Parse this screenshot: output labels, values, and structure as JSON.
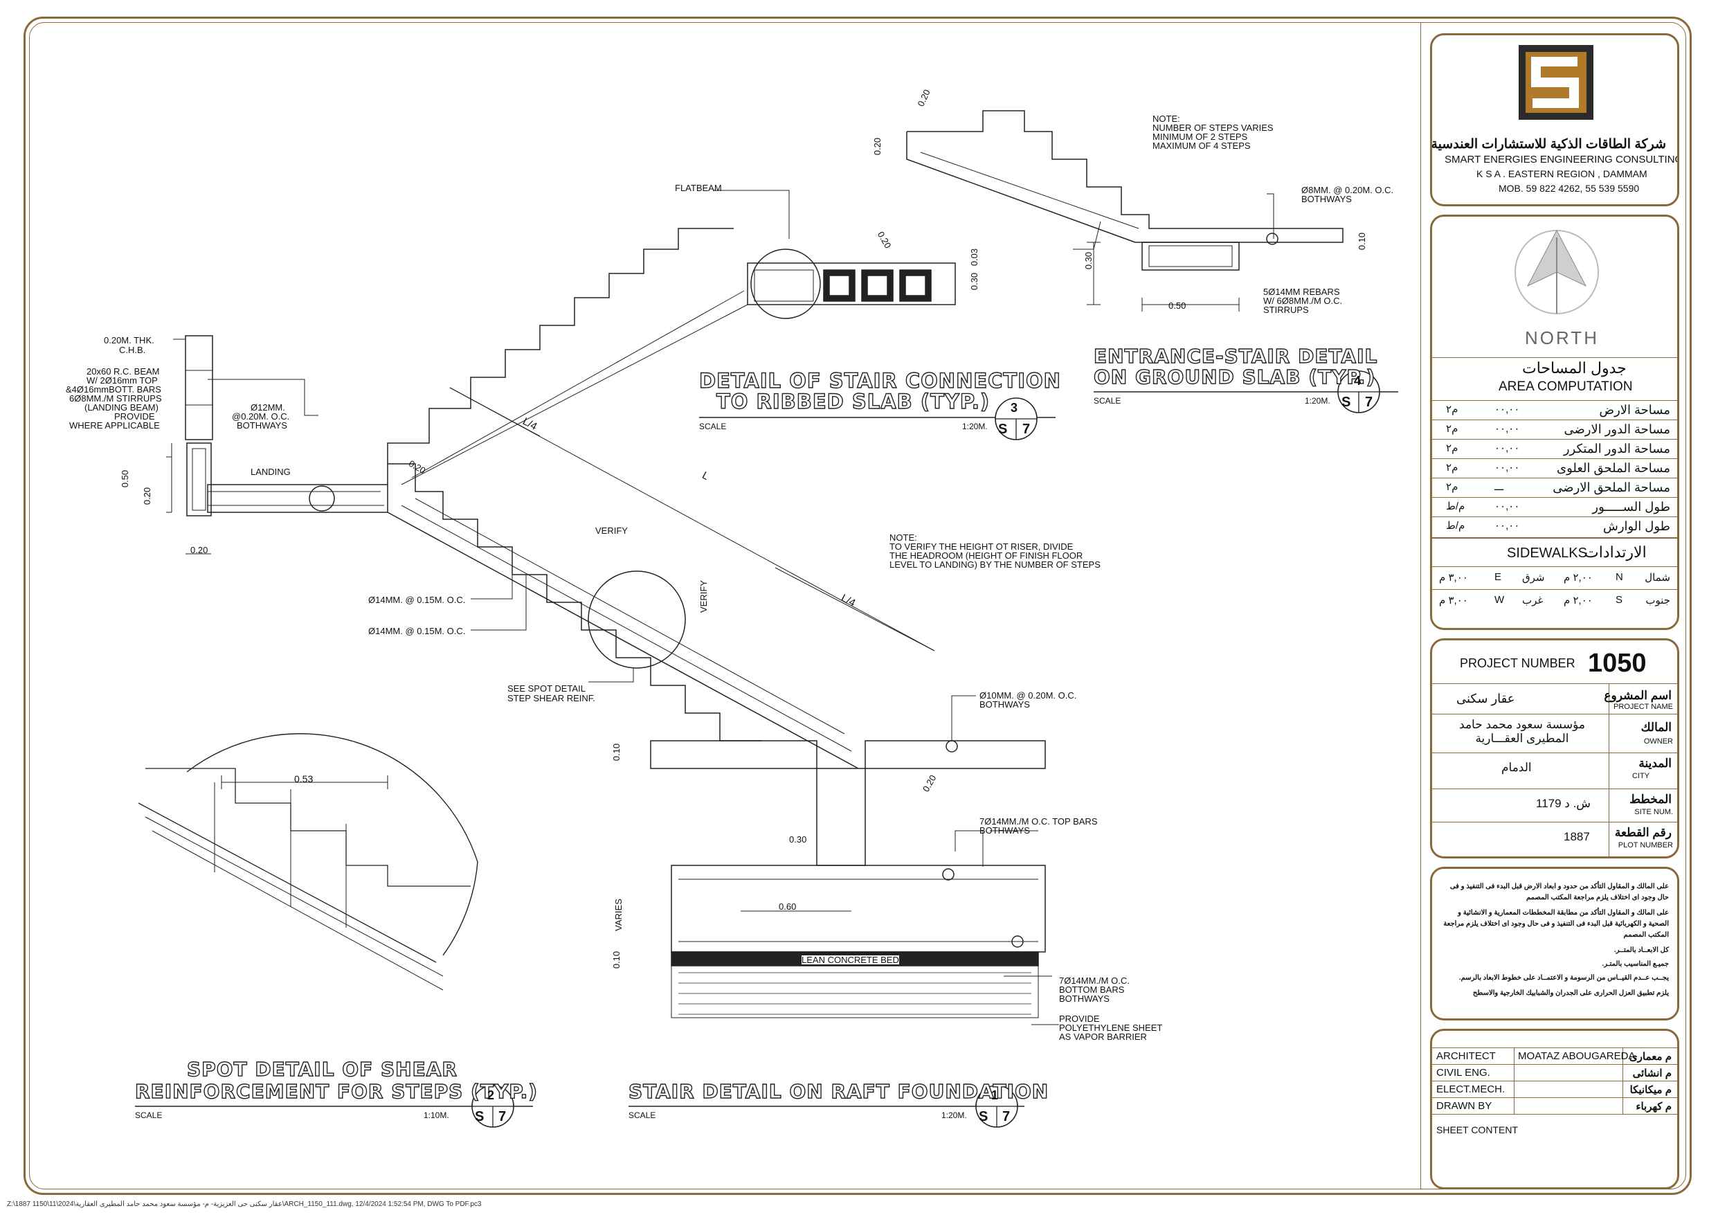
{
  "detail3": {
    "title1": "DETAIL OF STAIR CONNECTION",
    "title2": "TO RIBBED SLAB (TYP.)",
    "scale_label": "SCALE",
    "scale": "1:20M.",
    "number": "3",
    "sheet_prefix": "S",
    "sheet_num": "7",
    "labels": {
      "flatbeam": "FLATBEAM",
      "dim_020": "0.20",
      "dim_030": "0.30",
      "dim_003": "0.03",
      "thk": "0.20M. THK.",
      "chb": "C.H.B.",
      "beam1": "20x60 R.C. BEAM",
      "beam2": "W/ 2Ø16mm TOP",
      "beam3": "&4Ø16mmBOTT. BARS",
      "beam4": "6Ø8MM./M STIRRUPS",
      "beam5": "(LANDING BEAM)",
      "beam6": "PROVIDE",
      "beam7": "WHERE APPLICABLE",
      "bar12_1": "Ø12MM.",
      "bar12_2": "@0.20M. O.C.",
      "bar12_3": "BOTHWAYS",
      "landing": "LANDING",
      "dim_050": "0.50",
      "dim_020b": "0.20",
      "dim_020c": "0.20",
      "l4": "L/4",
      "l": "L",
      "dim_020d": "0.20",
      "verify": "VERIFY",
      "verify2": "VERIFY",
      "bar14a": "Ø14MM. @ 0.15M. O.C.",
      "bar14b": "Ø14MM. @ 0.15M. O.C.",
      "spot1": "SEE SPOT DETAIL",
      "spot2": "STEP SHEAR REINF.",
      "l4b": "L/4",
      "note_t": "NOTE:",
      "note1": "TO VERIFY THE HEIGHT OT RISER, DIVIDE",
      "note2": "THE HEADROOM (HEIGHT OF FINISH FLOOR",
      "note3": "LEVEL TO LANDING) BY THE NUMBER OF STEPS"
    }
  },
  "detail4": {
    "title1": "ENTRANCE-STAIR DETAIL",
    "title2": "ON GROUND SLAB (TYP.)",
    "scale_label": "SCALE",
    "scale": "1:20M.",
    "number": "4",
    "sheet_prefix": "S",
    "sheet_num": "7",
    "labels": {
      "note_t": "NOTE:",
      "note1": "NUMBER OF STEPS VARIES",
      "note2": "MINIMUM OF 2 STEPS",
      "note3": "MAXIMUM OF 4 STEPS",
      "bar8_1": "Ø8MM. @ 0.20M. O.C.",
      "bar8_2": "BOTHWAYS",
      "dim_020": "0.20",
      "dim_020b": "0.20",
      "dim_030": "0.30",
      "dim_010": "0.10",
      "dim_050": "0.50",
      "reb1": "5Ø14MM REBARS",
      "reb2": "W/ 6Ø8MM./M O.C.",
      "reb3": "STIRRUPS"
    }
  },
  "detail2": {
    "title1": "SPOT DETAIL OF SHEAR",
    "title2": "REINFORCEMENT FOR STEPS (TYP.)",
    "scale_label": "SCALE",
    "scale": "1:10M.",
    "number": "2",
    "sheet_prefix": "S",
    "sheet_num": "7",
    "dim": "0.53"
  },
  "detail1": {
    "title1": "STAIR DETAIL ON RAFT FOUNDATION",
    "scale_label": "SCALE",
    "scale": "1:20M.",
    "number": "1",
    "sheet_prefix": "S",
    "sheet_num": "7",
    "labels": {
      "bar10_1": "Ø10MM. @ 0.20M. O.C.",
      "bar10_2": "BOTHWAYS",
      "dim_010": "0.10",
      "dim_020": "0.20",
      "top1": "7Ø14MM./M O.C. TOP BARS",
      "top2": "BOTHWAYS",
      "dim_030": "0.30",
      "varies": "VARIES",
      "dim_060": "0.60",
      "dim_010b": "0.10",
      "lean": "LEAN CONCRETE BED",
      "bot1": "7Ø14MM./M O.C.",
      "bot2": "BOTTOM BARS",
      "bot3": "BOTHWAYS",
      "poly1": "PROVIDE",
      "poly2": "POLYETHYLENE SHEET",
      "poly3": "AS VAPOR BARRIER"
    }
  },
  "company": {
    "name_ar": "شركة الطاقات الذكية للاستشارات العندسية",
    "name_en": "SMART ENERGIES ENGINEERING CONSULTING",
    "address": "K S A . EASTERN REGION , DAMMAM",
    "mobile": "MOB. 59 822 4262, 55 539 5590"
  },
  "north": {
    "label": "NORTH"
  },
  "area": {
    "title_ar": "جدول المساحات",
    "title_en": "AREA COMPUTATION",
    "rows": [
      {
        "label": "مساحة الارض",
        "value": "٠٠,٠٠",
        "unit": "م٢"
      },
      {
        "label": "مساحة الدور الارضى",
        "value": "٠٠,٠٠",
        "unit": "م٢"
      },
      {
        "label": "مساحة الدور المتكرر",
        "value": "٠٠,٠٠",
        "unit": "م٢"
      },
      {
        "label": "مساحة الملحق العلوى",
        "value": "٠٠,٠٠",
        "unit": "م٢"
      },
      {
        "label": "مساحة الملحق الارضى",
        "value": "ـــ",
        "unit": "م٢"
      },
      {
        "label": "طول الســـــور",
        "value": "٠٠,٠٠",
        "unit": "م/ط"
      },
      {
        "label": "طول الوارش",
        "value": "٠٠,٠٠",
        "unit": "م/ط"
      }
    ],
    "sidewalks_en": "SIDEWALKS",
    "sidewalks_ar": "الارتدادات",
    "sw": [
      {
        "ar1": "شمال",
        "l1": "N",
        "v1": "٢,٠٠ م",
        "ar2": "شرق",
        "l2": "E",
        "v2": "٣,٠٠ م"
      },
      {
        "ar1": "جنوب",
        "l1": "S",
        "v1": "٢,٠٠ م",
        "ar2": "غرب",
        "l2": "W",
        "v2": "٣,٠٠ م"
      }
    ]
  },
  "project": {
    "number_label": "PROJECT NUMBER",
    "number": "1050",
    "rows": [
      {
        "value": "عقار سكنى",
        "ar": "اسم المشروع",
        "en": "PROJECT NAME"
      },
      {
        "value": "مؤسسة سعود محمد حامد المطيرى العقـــارية",
        "ar": "المالك",
        "en": "OWNER"
      },
      {
        "value": "الدمام",
        "ar": "المدينة",
        "en": "CITY"
      },
      {
        "value": "ش. د 1179",
        "ar": "المخطط",
        "en": "SITE NUM."
      },
      {
        "value": "1887",
        "ar": "رقم القطعة",
        "en": "PLOT NUMBER"
      }
    ]
  },
  "notes": [
    "على المالك و المقاول التأكد من حدود و ابعاد الارض قبل البدء فى التنفيذ و فى حال وجود اى اختلاف يلزم مراجعة المكتب المصمم",
    "على المالك و المقاول التأكد من مطابقة المخططات المعمارية و الانشائية و الصحية و الكهربائية قبل البدء فى التنفيذ و فى حال وجود اى اختلاف يلزم مراجعة المكتب المصمم",
    "كل الابعــاد بالمتــر.",
    "جميـع المناسيب بالمتـر.",
    "يجــب عــدم القيــاس من الرسومة و الاعتمــاد على خطوط الابعاد بالرسم.",
    "يلزم تطبيق العزل الحرارى على الجدران والشبابيك الخارجية والاسطح"
  ],
  "staff": [
    {
      "en": "ARCHITECT",
      "name": "MOATAZ ABOUGAREDA",
      "ar": "م معمارى"
    },
    {
      "en": "CIVIL ENG.",
      "name": "",
      "ar": "م انشائى"
    },
    {
      "en": "ELECT.MECH.",
      "name": "",
      "ar": "م ميكانيكا"
    },
    {
      "en": "DRAWN BY",
      "name": "",
      "ar": "م كهرباء"
    }
  ],
  "sheet_content": "SHEET CONTENT",
  "footer": "Z:\\1887 عقار سكنى حى العزيزية- م- مؤسسة سعود محمد حامد المطيرى العقارية\\2024\\11\\1150\\ARCH_1150_111.dwg, 12/4/2024 1:52:54 PM, DWG To PDF.pc3",
  "colors": {
    "frame": "#8a6a3a",
    "logo_gold": "#b07a2a",
    "logo_dark": "#2b2b2b",
    "line": "#222222"
  }
}
